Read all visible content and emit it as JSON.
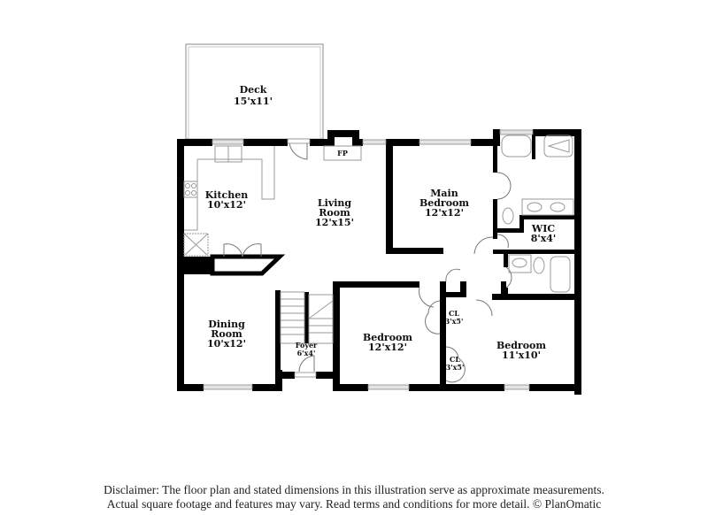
{
  "rooms": {
    "deck": {
      "name": "Deck",
      "size": "15'x11'"
    },
    "kitchen": {
      "name": "Kitchen",
      "size": "10'x12'"
    },
    "living": {
      "name_line1": "Living",
      "name_line2": "Room",
      "size": "12'x15'"
    },
    "fireplace": {
      "name": "FP"
    },
    "main_bedroom": {
      "name_line1": "Main",
      "name_line2": "Bedroom",
      "size": "12'x12'"
    },
    "wic": {
      "name": "WIC",
      "size": "8'x4'"
    },
    "dining": {
      "name_line1": "Dining",
      "name_line2": "Room",
      "size": "10'x12'"
    },
    "foyer": {
      "name": "Foyer",
      "size": "6'x4'"
    },
    "bedroom_1": {
      "name": "Bedroom",
      "size": "12'x12'"
    },
    "closet_1": {
      "name": "CL",
      "size": "3'x5'"
    },
    "closet_2": {
      "name": "CL",
      "size": "3'x5'"
    },
    "bedroom_2": {
      "name": "Bedroom",
      "size": "11'x10'"
    }
  },
  "disclaimer": {
    "line1": "Disclaimer: The floor plan and stated dimensions in this illustration serve as approximate measurements.",
    "line2": "Actual square footage and features may vary. Read terms and conditions for more detail. © PlanOmatic"
  },
  "colors": {
    "wall": "#000000",
    "fixture": "#9a9a9a",
    "window": "#e4e4e4"
  }
}
